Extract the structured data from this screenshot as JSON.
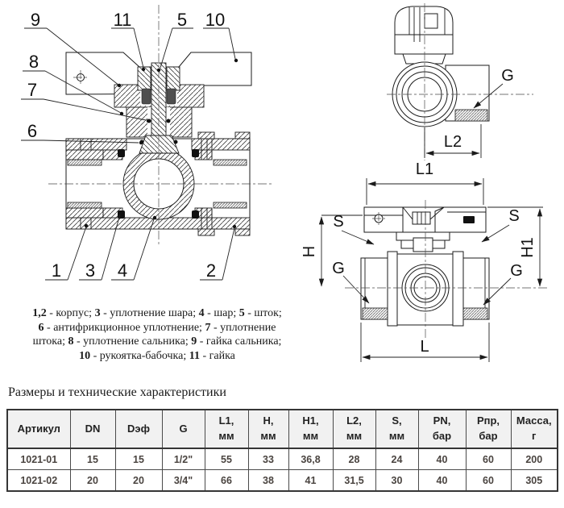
{
  "drawing": {
    "section_view": {
      "callouts": {
        "top": [
          "9",
          "11",
          "5",
          "10"
        ],
        "left": [
          "8",
          "7",
          "6"
        ],
        "bottom": [
          "1",
          "3",
          "4",
          "2"
        ]
      }
    },
    "end_view": {
      "labels": {
        "g": "G",
        "l2": "L2"
      }
    },
    "top_view": {
      "labels": {
        "l1": "L1",
        "h": "H",
        "h1": "H1",
        "s_left": "S",
        "s_right": "S",
        "g_left": "G",
        "g_right": "G",
        "l": "L"
      }
    }
  },
  "legend": {
    "lines": [
      [
        {
          "b": "1,2"
        },
        {
          "t": " - корпус; "
        },
        {
          "b": "3"
        },
        {
          "t": " - уплотнение шара; "
        },
        {
          "b": "4"
        },
        {
          "t": " - шар; "
        },
        {
          "b": "5"
        },
        {
          "t": " - шток;"
        }
      ],
      [
        {
          "b": "6"
        },
        {
          "t": " - антифрикционное уплотнение; "
        },
        {
          "b": "7"
        },
        {
          "t": " - уплотнение"
        }
      ],
      [
        {
          "t": "штока; "
        },
        {
          "b": "8"
        },
        {
          "t": " - уплотнение сальника; "
        },
        {
          "b": "9"
        },
        {
          "t": " - гайка сальника;"
        }
      ],
      [
        {
          "b": "10"
        },
        {
          "t": " - рукоятка-бабочка; "
        },
        {
          "b": "11"
        },
        {
          "t": " - гайка"
        }
      ]
    ]
  },
  "section_title": "Размеры и технические характеристики",
  "table": {
    "columns": [
      {
        "label": "Артикул",
        "unit": ""
      },
      {
        "label": "DN",
        "unit": ""
      },
      {
        "label": "Dэф",
        "unit": ""
      },
      {
        "label": "G",
        "unit": ""
      },
      {
        "label": "L1,",
        "unit": "мм"
      },
      {
        "label": "H,",
        "unit": "мм"
      },
      {
        "label": "H1,",
        "unit": "мм"
      },
      {
        "label": "L2,",
        "unit": "мм"
      },
      {
        "label": "S,",
        "unit": "мм"
      },
      {
        "label": "PN,",
        "unit": "бар"
      },
      {
        "label": "Рпр,",
        "unit": "бар"
      },
      {
        "label": "Масса,",
        "unit": "г"
      }
    ],
    "rows": [
      [
        "1021-01",
        "15",
        "15",
        "1/2\"",
        "55",
        "33",
        "36,8",
        "28",
        "24",
        "40",
        "60",
        "200"
      ],
      [
        "1021-02",
        "20",
        "20",
        "3/4\"",
        "66",
        "38",
        "41",
        "31,5",
        "30",
        "40",
        "60",
        "305"
      ]
    ]
  },
  "colors": {
    "line": "#1b1b1b",
    "table_border": "#4a4a4a",
    "table_header_bg": "#f1f1f1",
    "text": "#1a1a1a"
  }
}
